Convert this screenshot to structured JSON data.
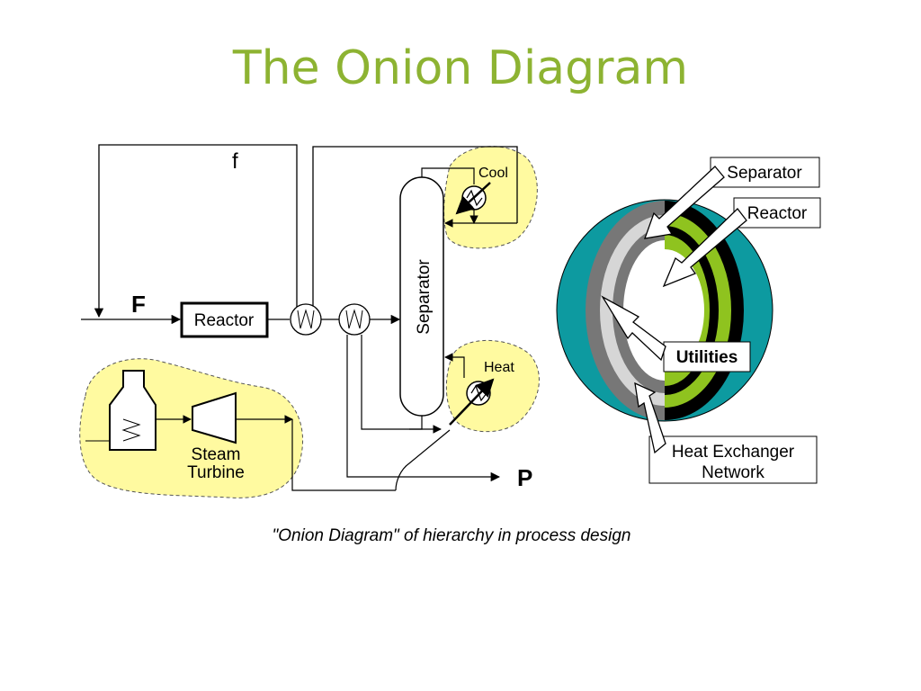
{
  "title": "The Onion Diagram",
  "process": {
    "stream_recycle": "f",
    "stream_feed": "F",
    "stream_product": "P",
    "reactor": "Reactor",
    "separator": "Separator",
    "cool": "Cool",
    "heat": "Heat",
    "steam_turbine_line1": "Steam",
    "steam_turbine_line2": "Turbine"
  },
  "onion": {
    "separator": "Separator",
    "reactor": "Reactor",
    "utilities": "Utilities",
    "hen_line1": "Heat Exchanger",
    "hen_line2": "Network",
    "colors": {
      "outer": "#0d9aa0",
      "gray_dark": "#777777",
      "gray_light": "#d6d6d6",
      "black": "#000000",
      "green": "#8fc31f",
      "highlight": "#fffaa0"
    }
  },
  "caption": "\"Onion Diagram\" of hierarchy in process design"
}
